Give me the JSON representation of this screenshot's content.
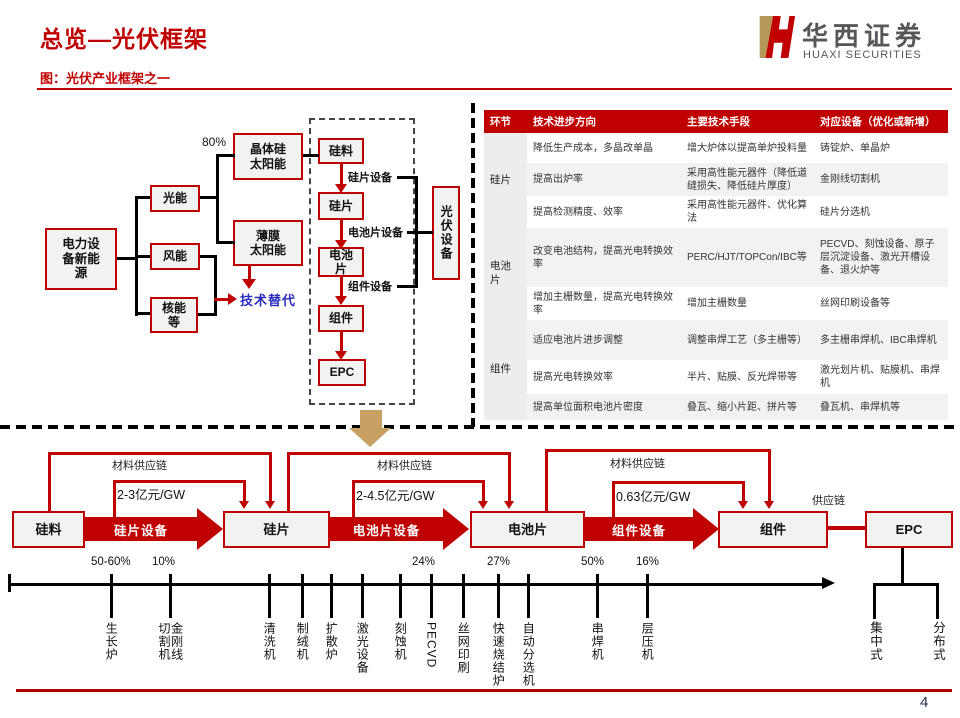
{
  "page": {
    "title": "总览—光伏框架",
    "caption": "图：光伏产业框架之一",
    "page_number": "4"
  },
  "logo": {
    "cn": "华西证券",
    "en": "HUAXI SECURITIES"
  },
  "colors": {
    "accent_red": "#C00000",
    "gold": "#C9A063",
    "substitute_blue": "#2B2BC0"
  },
  "left_flowchart": {
    "root": "电力设\n备新能\n源",
    "branches": [
      "光能",
      "风能",
      "核能\n等"
    ],
    "solar_types": [
      "晶体硅\n太阳能",
      "薄膜\n太阳能"
    ],
    "share_label": "80%",
    "substitute_label": "技术替代"
  },
  "mid_chain": {
    "stages": [
      "硅料",
      "硅片",
      "电池\n片",
      "组件",
      "EPC"
    ],
    "equipment_labels": [
      "硅片设备",
      "电池片设备",
      "组件设备"
    ],
    "side_box": "光伏设备"
  },
  "table": {
    "headers": [
      "环节",
      "技术进步方向",
      "主要技术手段",
      "对应设备（优化或新增）"
    ],
    "groups": [
      {
        "name": "硅片",
        "rows": [
          {
            "direction": "降低生产成本，多晶改单晶",
            "method": "增大炉体以提高单炉投料量",
            "equipment": "铸锭炉、单晶炉"
          },
          {
            "direction": "提高出炉率",
            "method": "采用高性能元器件（降低道缝损失、降低硅片厚度）",
            "equipment": "金刚线切割机"
          },
          {
            "direction": "提高检测精度、效率",
            "method": "采用高性能元器件、优化算法",
            "equipment": "硅片分选机"
          }
        ]
      },
      {
        "name": "电池片",
        "rows": [
          {
            "direction": "改变电池结构，提高光电转换效率",
            "method": "PERC/HJT/TOPCon/IBC等",
            "equipment": "PECVD、刻蚀设备、原子层沉淀设备、激光开槽设备、退火炉等"
          },
          {
            "direction": "增加主栅数量，提高光电转换效率",
            "method": "增加主栅数量",
            "equipment": "丝网印刷设备等"
          }
        ]
      },
      {
        "name": "组件",
        "rows": [
          {
            "direction": "适应电池片进步调整",
            "method": "调整串焊工艺（多主栅等）",
            "equipment": "多主栅串焊机、IBC串焊机"
          },
          {
            "direction": "提高光电转换效率",
            "method": "半片、贴膜、反光焊带等",
            "equipment": "激光划片机、贴膜机、串焊机"
          },
          {
            "direction": "提高单位面积电池片密度",
            "method": "叠瓦、缩小片距、拼片等",
            "equipment": "叠瓦机、串焊机等"
          }
        ]
      }
    ]
  },
  "bottom_flow": {
    "stages": [
      "硅料",
      "硅片",
      "电池片",
      "组件",
      "EPC"
    ],
    "arrows": [
      {
        "label": "硅片设备",
        "cost": "2-3亿元/GW",
        "chain": "材料供应链"
      },
      {
        "label": "电池片设备",
        "cost": "2-4.5亿元/GW",
        "chain": "材料供应链"
      },
      {
        "label": "组件设备",
        "cost": "0.63亿元/GW",
        "chain": "材料供应链"
      }
    ],
    "percents": [
      "50-60%",
      "10%",
      "24%",
      "27%",
      "50%",
      "16%"
    ],
    "epc_chain_label": "供应链",
    "epc_children": [
      "集中式",
      "分布式"
    ]
  },
  "timeline": {
    "equipment": [
      "生长炉",
      "金刚线切割机",
      "清洗机",
      "制绒机",
      "扩散炉",
      "激光设备",
      "刻蚀机",
      "PECVD",
      "丝网印刷",
      "快速烧结炉",
      "自动分选机",
      "串焊机",
      "层压机"
    ]
  }
}
